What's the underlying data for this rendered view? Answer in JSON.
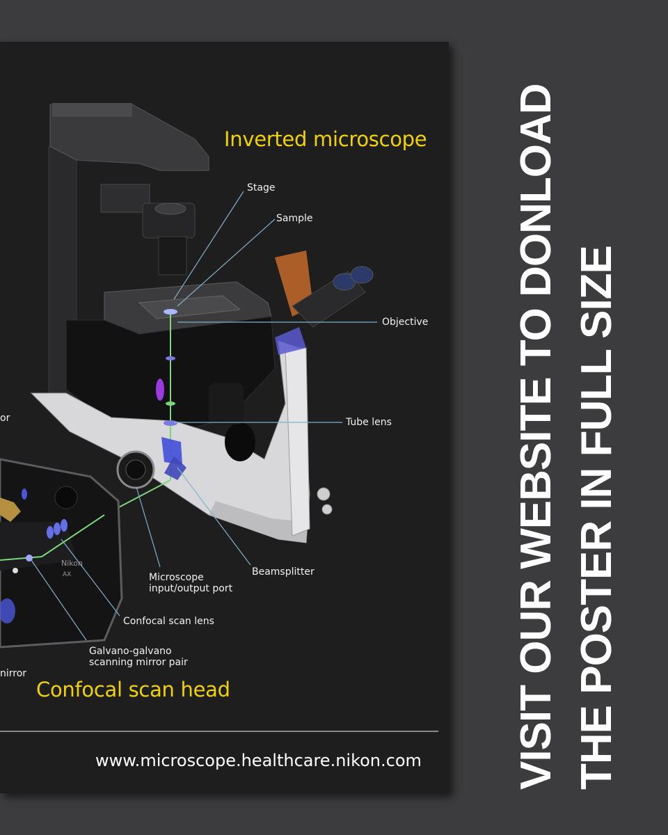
{
  "poster": {
    "heading_inverted": "Inverted microscope",
    "heading_scan_head": "Confocal scan head",
    "labels": {
      "stage": "Stage",
      "sample": "Sample",
      "objective": "Objective",
      "tube_lens": "Tube lens",
      "beamsplitter": "Beamsplitter",
      "port": "Microscope\ninput/output port",
      "scan_lens": "Confocal scan lens",
      "galvano": "Galvano-galvano\nscanning mirror pair",
      "cut_left_or": "or",
      "cut_left_mirror": "nirror"
    },
    "brand_on_device": "Nikon",
    "model_on_device": "AX",
    "url": "www.microscope.healthcare.nikon.com"
  },
  "side": {
    "line1": "VISIT OUR WEBSITE TO DONLOAD",
    "line2": "THE POSTER IN FULL SIZE"
  },
  "colors": {
    "background": "#3c3c3e",
    "poster": "#1e1e1f",
    "heading": "#f2d300",
    "callout_line": "#7fb3c9",
    "text": "#ffffff"
  }
}
